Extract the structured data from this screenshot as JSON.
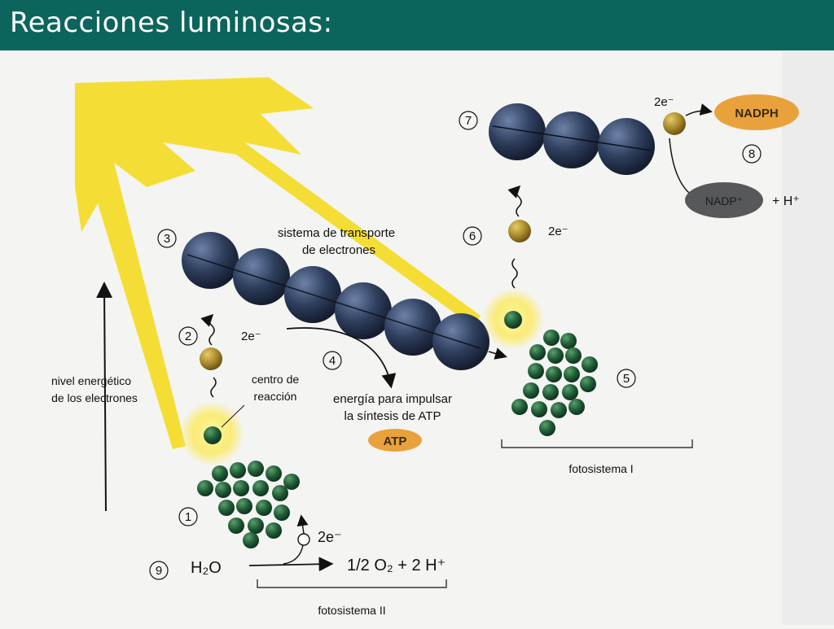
{
  "slide": {
    "title": "Reacciones luminosas:"
  },
  "numbers": {
    "n1": "1",
    "n2": "2",
    "n3": "3",
    "n4": "4",
    "n5": "5",
    "n6": "6",
    "n7": "7",
    "n8": "8",
    "n9": "9"
  },
  "labels": {
    "energy_axis_line1": "nivel energético",
    "energy_axis_line2": "de los electrones",
    "reaction_center_line1": "centro de",
    "reaction_center_line2": "reacción",
    "transport_line1": "sistema de transporte",
    "transport_line2": "de electrones",
    "atp_energy_line1": "energía para impulsar",
    "atp_energy_line2": "la síntesis de ATP",
    "atp": "ATP",
    "photosystem1": "fotosistema I",
    "photosystem2": "fotosistema II",
    "electrons": "2e⁻",
    "nadph": "NADPH",
    "nadp": "NADP⁺",
    "h_plus": "+ H⁺",
    "water": "H₂O",
    "products": "1/2 O₂ + 2 H⁺"
  },
  "colors": {
    "title_bar": "#0b655c",
    "light": "#f3dc2a",
    "carrier_sphere": "#2f3f5e",
    "chlorophyll": "#1f5a35",
    "electron": "#a8882a",
    "nadph": "#e9a23b",
    "nadp": "#56585a"
  }
}
